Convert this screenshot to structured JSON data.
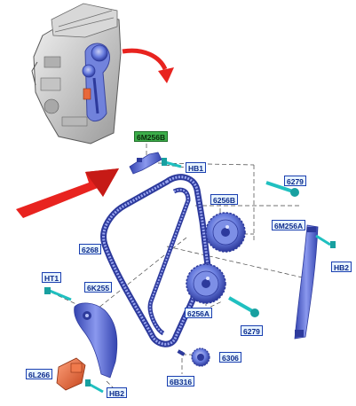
{
  "callouts": {
    "c_6m256b": "6M256B",
    "c_hb1": "HB1",
    "c_6279_top": "6279",
    "c_6256b": "6256B",
    "c_6m256a": "6M256A",
    "c_6268": "6268",
    "c_hb2_right": "HB2",
    "c_ht1": "HT1",
    "c_6k255": "6K255",
    "c_6256a": "6256A",
    "c_6279_mid": "6279",
    "c_6306": "6306",
    "c_6l266": "6L266",
    "c_6b316": "6B316",
    "c_hb2_bottom": "HB2"
  },
  "colors": {
    "label_fill": "#e8f4ff",
    "label_border": "#1a3fb0",
    "label_text": "#0a2a8a",
    "highlight_label": "#3cae4a",
    "parts_blue": "#5b6fd8",
    "parts_blue_dark": "#2d3a9c",
    "bolt_teal": "#20c0c0",
    "tensioner_orange": "#e8683a",
    "arrow_red": "#e8231f",
    "engine_gray": "#8a8a8a"
  },
  "icons": {
    "engine": "engine-block-icon",
    "pointer": "red-arrow-icon"
  }
}
